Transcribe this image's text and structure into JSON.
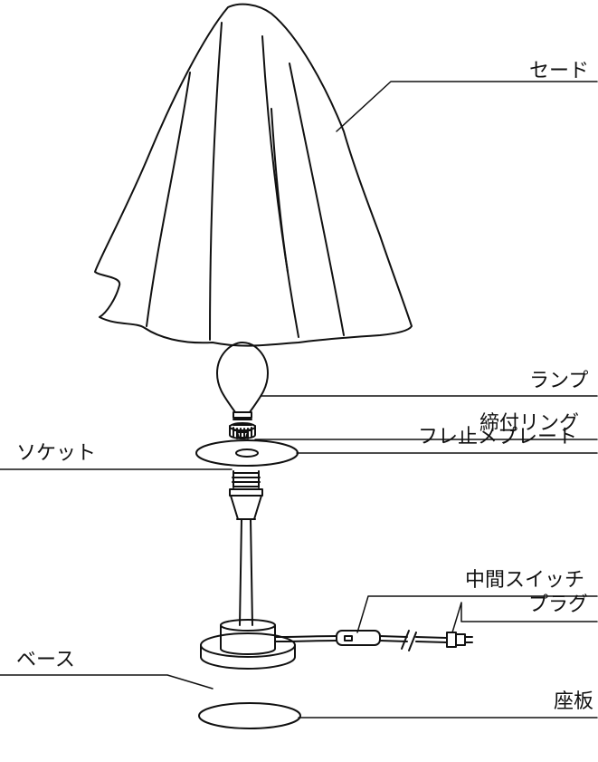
{
  "labels": {
    "shade": "セード",
    "lamp": "ランプ",
    "ring": "締付リング",
    "plate": "フレ止メプレート",
    "socket": "ソケット",
    "switch": "中間スイッチ",
    "plug": "プラグ",
    "base": "ベース",
    "base_plate": "座板"
  }
}
